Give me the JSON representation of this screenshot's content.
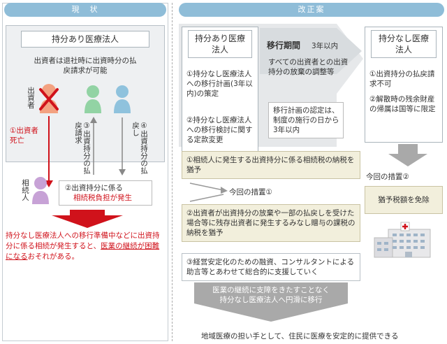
{
  "left": {
    "header": "現　状",
    "entity_title": "持分あり医療法人",
    "desc": "出資者は退社時に出資時分の払戻請求が可能",
    "investor_label": "出資者",
    "death_label": "①出資者死亡",
    "step3_label": "③出資持分の払戻請求",
    "step4_label": "④出資持分の払戻し",
    "heir_label": "相続人",
    "step2_line1": "②出資持分に係る",
    "step2_line2": "相続税負担が発生",
    "warning_part1": "持分なし医療法人への移行準備中などに出資持分に係る相続が発生すると、",
    "warning_part2": "医業の継続が困難になる",
    "warning_part3": "おそれがある。"
  },
  "right": {
    "header": "改正案",
    "with_shares_title": "持分あり医療法人",
    "with_shares_item1": "①持分なし医療法人への移行計画(3年以内)の策定",
    "with_shares_item2": "②持分なし医療法人への移行検討に関する定款変更",
    "transition_title": "移行期間",
    "transition_period": "3年以内",
    "transition_desc": "すべての出資者との出資持分の放棄の調整等",
    "approval_note": "移行計画の認定は、制度の施行の日から3年以内",
    "without_shares_title": "持分なし医療法人",
    "without_item1": "①出資持分の払戻請求不可",
    "without_item2": "②解散時の残余財産の帰属は国等に限定",
    "measure1_text": "①相続人に発生する出資持分に係る相続税の納税を猶予",
    "measure1_label": "今回の措置①",
    "measure2_text": "②出資者が出資持分の放棄や一部の払戻しを受けた場合等に残存出資者に発生するみなし贈与の課税の納税を猶予",
    "measure2_label": "今回の措置②",
    "exemption": "猶予税額を免除",
    "measure3_text": "③経営安定化のための融資、コンサルタントによる助言等とあわせて総合的に支援していく",
    "arrow_text": "医業の継続に支障をきたすことなく持分なし医療法人へ円滑に移行",
    "footer": "地域医療の担い手として、住民に医療を安定的に提供できる"
  },
  "colors": {
    "header_pill": "#8fbdd8",
    "red": "#d0121b",
    "person_red": "#f3a281",
    "person_green": "#92d3a4",
    "person_blue": "#8fc2dd",
    "person_purple": "#c7a2d6",
    "arrow_gray": "#a9a9a9",
    "beige": "#f2efdc"
  }
}
